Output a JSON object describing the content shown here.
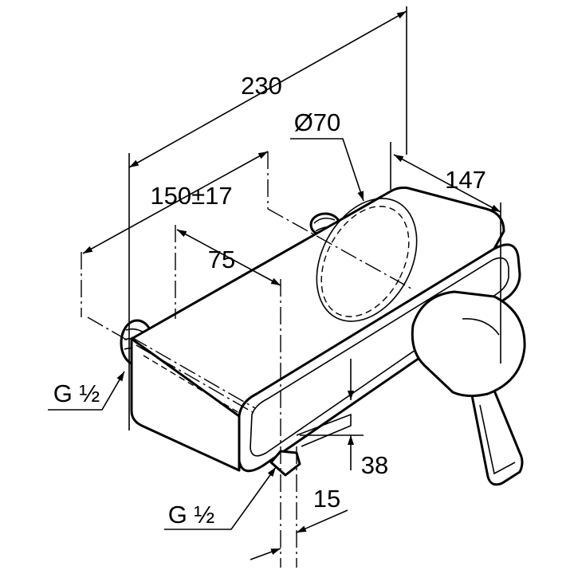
{
  "dimensions": {
    "overall_length": "230",
    "handle_diameter": "Ø70",
    "body_depth": "147",
    "inlet_spacing": "150±17",
    "inlet_offset": "75",
    "outlet_height": "38",
    "outlet_width": "15",
    "inlet_thread": "G ½",
    "outlet_thread": "G ½"
  },
  "colors": {
    "line": "#000000",
    "background": "#ffffff"
  }
}
